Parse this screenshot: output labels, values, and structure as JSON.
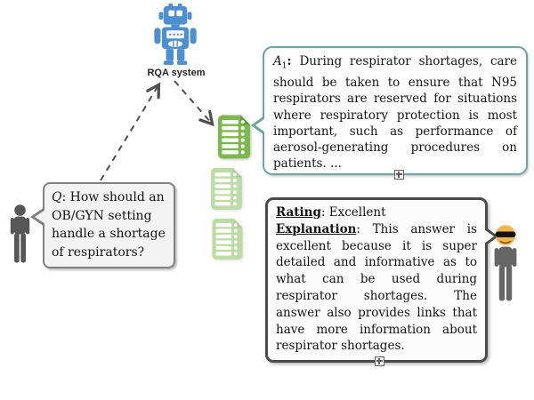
{
  "figure": {
    "system": {
      "label": "RQA system"
    },
    "question_bubble": {
      "prefix": "Q",
      "text": ": How should an OB/GYN setting handle a shortage of respirators?"
    },
    "answer_bubble": {
      "prefix": "A",
      "subscript": "1",
      "separator": ":",
      "text": "During respirator shortages, care should be taken to ensure that N95 respirators are reserved for situations where respiratory protection is most important, such as performance of aerosol-generating procedures on patients. ..."
    },
    "rating_bubble": {
      "rating_label": "Rating",
      "rating_value": ": Excellent",
      "explanation_label": "Explanation",
      "explanation_text": ": This answer is excellent because it is super detailed and informative as to what can be used during respirator shortages. The answer also provides links that have more information about respirator shortages."
    },
    "icons": {
      "robot": "rqa-robot-icon",
      "documents": "document-list-icon",
      "asker": "person-icon",
      "rater": "cool-person-sunglasses-icon",
      "handle": "expand-handle-icon",
      "arrow": "dashed-arrow"
    },
    "colors": {
      "robot_blue": "#4e8fd2",
      "document_green": "#7db84d",
      "answer_border_teal": "#6da69f",
      "question_border_gray": "#818181",
      "rating_border_dark": "#4b4b4b",
      "person_gray": "#575757",
      "emoji_yellow": "#f1b54b"
    }
  }
}
